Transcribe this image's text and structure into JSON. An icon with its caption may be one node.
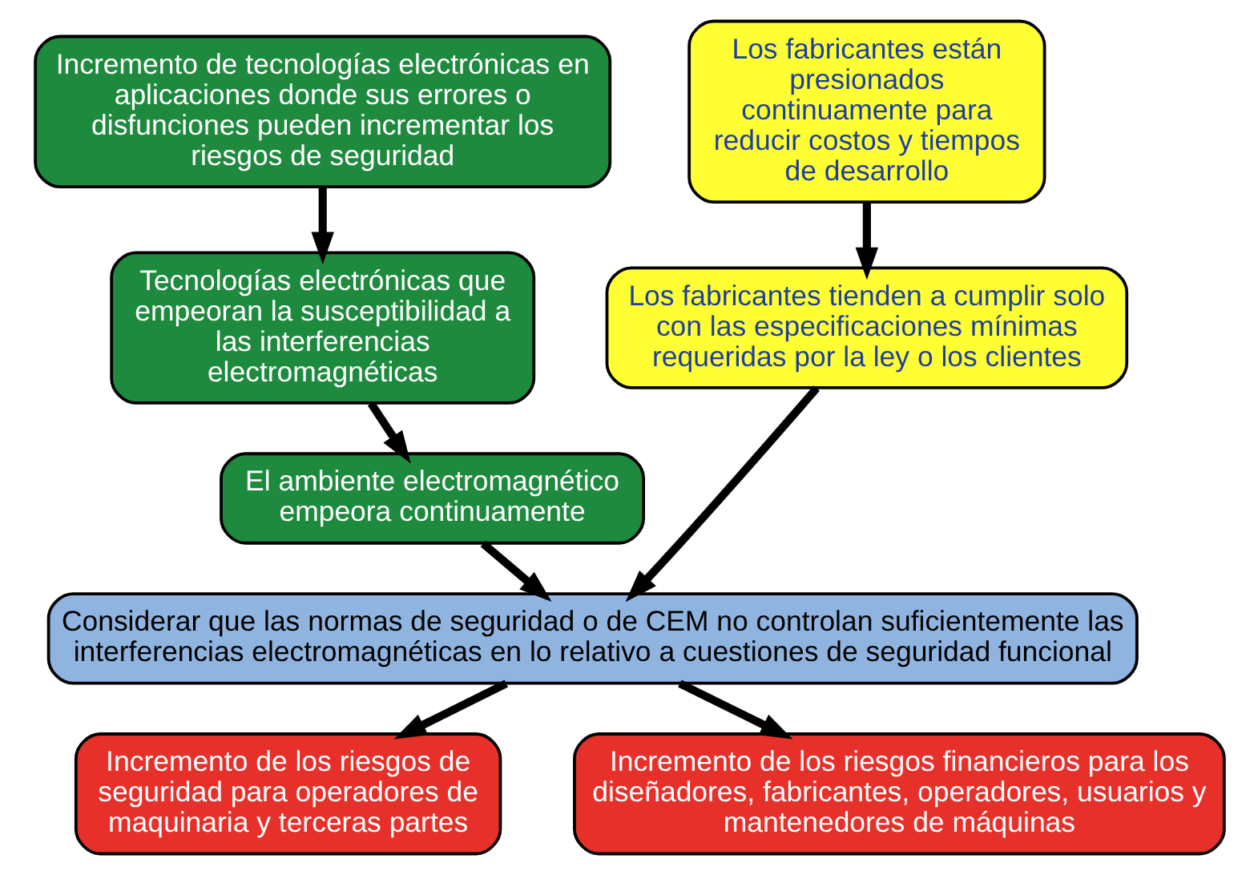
{
  "diagram": {
    "nodes": [
      {
        "text": [
          "Incremento de tecnologías electrónicas en aplicaciones donde sus errores o disfunciones pueden incrementar los riesgos de seguridad"
        ]
      },
      {
        "text": [
          "Tecnologías electrónicas que empeoran la susceptibilidad a las interferencias electromagnéticas"
        ]
      },
      {
        "text": [
          "El ambiente electromagnético empeora continuamente"
        ]
      },
      {
        "text": [
          "Los fabricantes están presionados continuamente para reducir costos y tiempos de desarrollo"
        ]
      },
      {
        "text": [
          "Los fabricantes tienden a cumplir solo con las especificaciones mínimas requeridas por la ley o los clientes"
        ]
      },
      {
        "text": [
          "Considerar que las normas de seguridad o de CEM no controlan suficientemente las interferencias electromagnéticas en lo relativo a cuestiones de seguridad funcional"
        ]
      },
      {
        "text": [
          "Incremento de los riesgos de seguridad para operadores de maquinaria y terceras partes"
        ]
      },
      {
        "text": [
          "Incremento de los riesgos financieros para los diseñadores, fabricantes, operadores, usuarios y mantenedores de máquinas"
        ]
      }
    ],
    "edges": [
      {
        "from": 0,
        "to": 1,
        "arrow": "to"
      },
      {
        "from": 1,
        "to": 2,
        "arrow": "to"
      },
      {
        "from": 2,
        "to": 5,
        "arrow": "to"
      },
      {
        "from": 3,
        "to": 4,
        "arrow": "to"
      },
      {
        "from": 4,
        "to": 5,
        "arrow": "to"
      },
      {
        "from": 5,
        "to": 6,
        "arrow": "to"
      },
      {
        "from": 5,
        "to": 7,
        "arrow": "to"
      }
    ]
  }
}
